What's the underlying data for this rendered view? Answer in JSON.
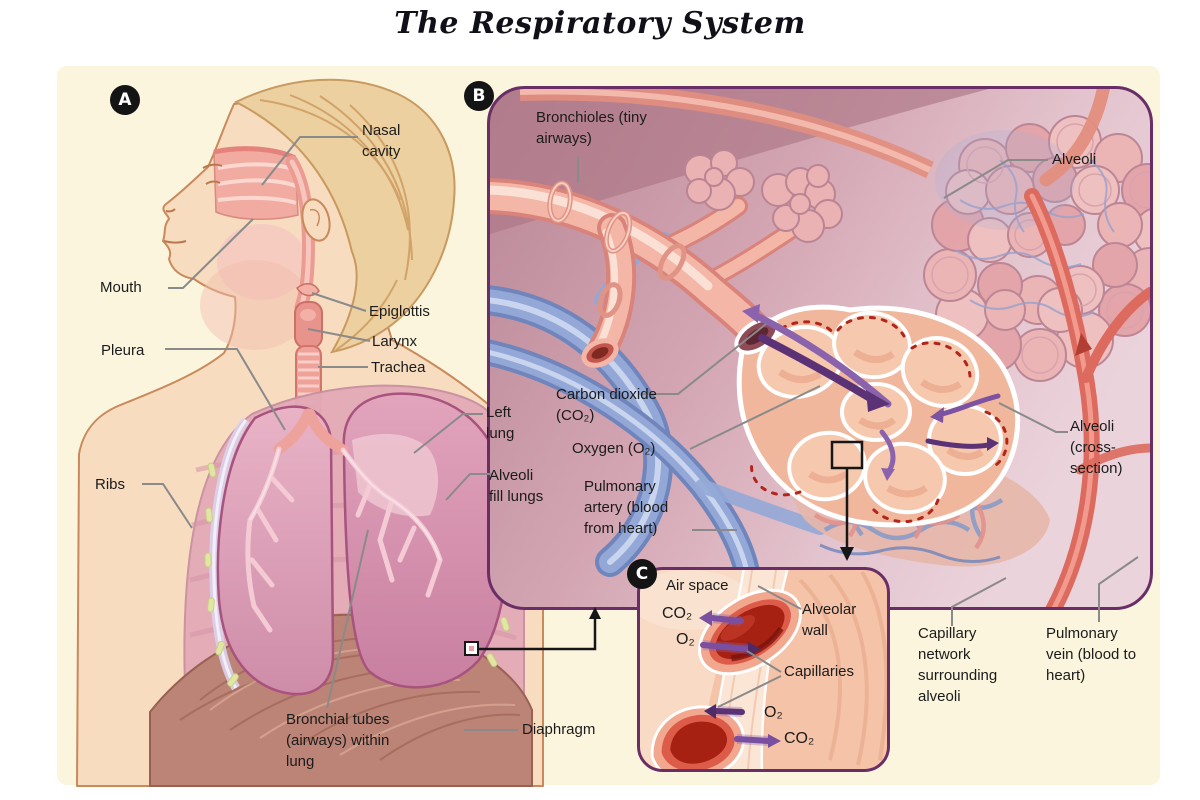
{
  "title": "The Respiratory System",
  "badges": {
    "a": "A",
    "b": "B",
    "c": "C"
  },
  "panel_a": {
    "labels": {
      "nasal_cavity": "Nasal cavity",
      "mouth": "Mouth",
      "epiglottis": "Epiglottis",
      "larynx": "Larynx",
      "trachea": "Trachea",
      "pleura": "Pleura",
      "ribs": "Ribs",
      "left_lung": "Left lung",
      "alveoli_fill_lungs": "Alveoli fill lungs",
      "bronchial_tubes": "Bronchial tubes (airways) within lung",
      "diaphragm": "Diaphragm"
    }
  },
  "panel_b": {
    "labels": {
      "bronchioles": "Bronchioles (tiny airways)",
      "alveoli": "Alveoli",
      "carbon_dioxide": "Carbon dioxide (CO₂)",
      "oxygen": "Oxygen (O₂)",
      "pulmonary_artery": "Pulmonary artery (blood from heart)",
      "alveoli_cross_section": "Alveoli (cross-section)",
      "capillary_network": "Capillary network surrounding alveoli",
      "pulmonary_vein": "Pulmonary vein (blood to heart)"
    }
  },
  "panel_c": {
    "labels": {
      "air_space": "Air space",
      "co2_out": "CO₂",
      "o2_in": "O₂",
      "alveolar_wall": "Alveolar wall",
      "capillaries": "Capillaries",
      "o2_in_lower": "O₂",
      "co2_out_lower": "CO₂"
    }
  },
  "colors": {
    "background": "#FFFFFF",
    "canvas_cream": "#FBF5DE",
    "panel_border_purple": "#6A2E66",
    "label_text": "#1B1B1B",
    "leader_line_gray": "#8A8A8A",
    "badge_black": "#141414",
    "badge_text": "#FFFFFF",
    "gas_arrow_purple": "#6B4096",
    "artery_blue": "#8FA3D2",
    "vein_red": "#DD6A5E",
    "lung_pink": "#D795AD",
    "diaphragm_brown": "#BC8476",
    "title_text": "#101018"
  }
}
